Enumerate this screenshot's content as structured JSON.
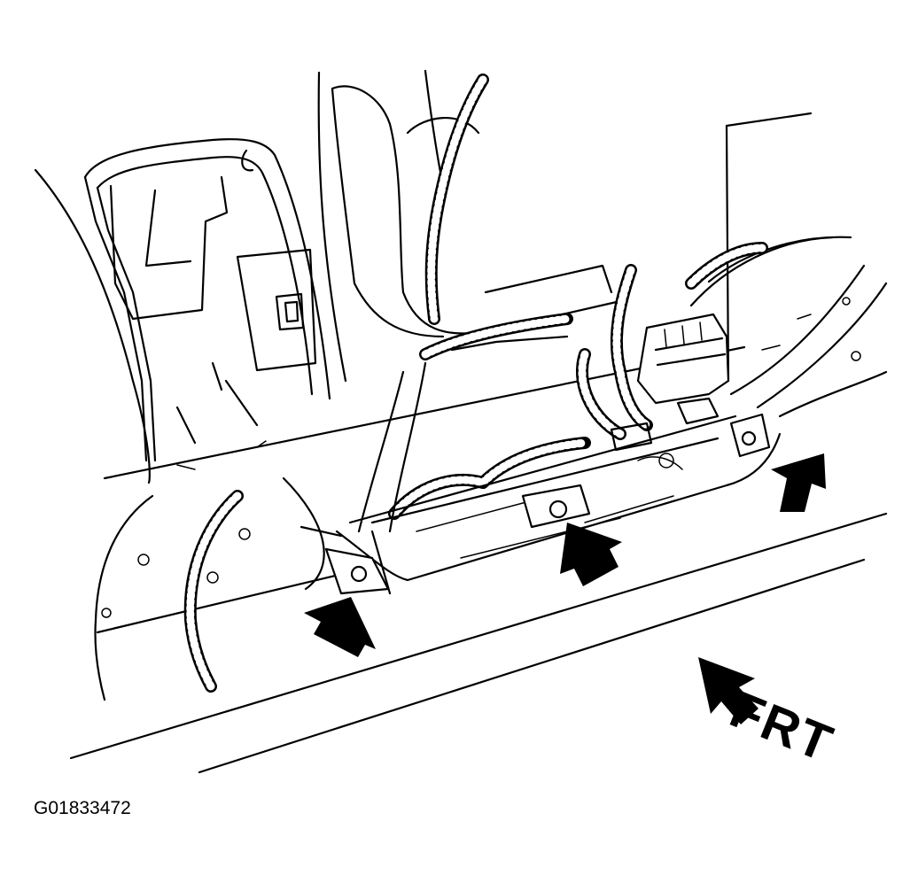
{
  "diagram": {
    "direction_label": "FRT",
    "figure_id": "G01833472",
    "pointer_arrow_count": 4,
    "colors": {
      "line": "#000000",
      "background": "#ffffff"
    }
  }
}
